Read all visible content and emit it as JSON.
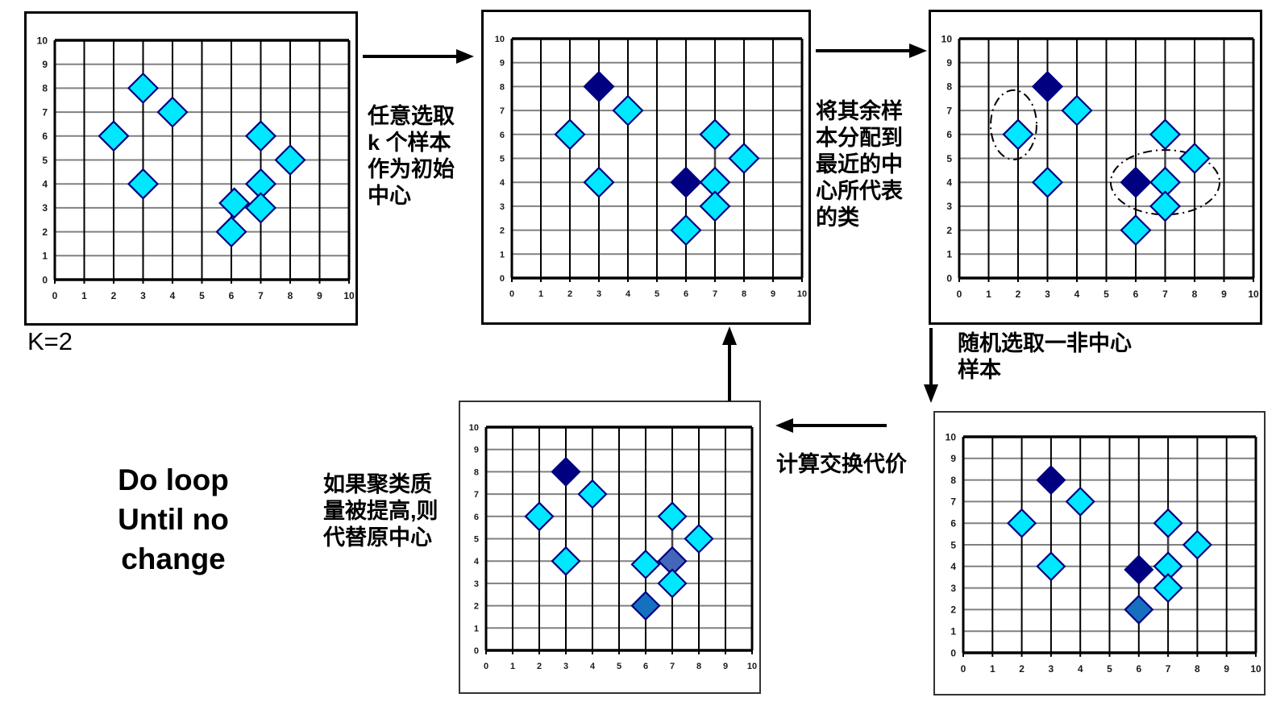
{
  "figure": {
    "title_absent": true,
    "background": "#ffffff",
    "marker_colors": {
      "normal": "#00e8ff",
      "center": "#000080",
      "selected": "#1570c0",
      "swapped": "#4466bb",
      "outline": "#000080"
    },
    "grid_colors": {
      "horizontal": "#808080",
      "vertical": "#000000",
      "axis": "#000000"
    }
  },
  "labels": {
    "k_value": "K=2",
    "do_loop": "Do loop\nUntil no\nchange",
    "step1": "任意选取\nk 个样本\n作为初始\n中心",
    "step2": "将其余样\n本分配到\n最近的中\n心所代表\n的类",
    "step3": "随机选取一非中心\n样本",
    "step4": "计算交换代价",
    "step5": "如果聚类质\n量被提高,则\n代替原中心"
  },
  "axis": {
    "xlabel": "",
    "ylabel": "",
    "xticks": [
      "0",
      "1",
      "2",
      "3",
      "4",
      "5",
      "6",
      "7",
      "8",
      "9",
      "10"
    ],
    "yticks": [
      "0",
      "1",
      "2",
      "3",
      "4",
      "5",
      "6",
      "7",
      "8",
      "9",
      "10"
    ],
    "xlim": [
      0,
      10
    ],
    "ylim": [
      0,
      10
    ]
  },
  "chart_data": [
    {
      "id": "panel-1-initial-samples",
      "type": "scatter",
      "title": "",
      "xlabel": "",
      "ylabel": "",
      "xlim": [
        0,
        10
      ],
      "ylim": [
        0,
        10
      ],
      "xticks": [
        0,
        1,
        2,
        3,
        4,
        5,
        6,
        7,
        8,
        9,
        10
      ],
      "yticks": [
        0,
        1,
        2,
        3,
        4,
        5,
        6,
        7,
        8,
        9,
        10
      ],
      "grid": true,
      "series": [
        {
          "name": "samples",
          "points": [
            {
              "x": 3,
              "y": 8,
              "style": "normal"
            },
            {
              "x": 4,
              "y": 7,
              "style": "normal"
            },
            {
              "x": 2,
              "y": 6,
              "style": "normal"
            },
            {
              "x": 7,
              "y": 6,
              "style": "normal"
            },
            {
              "x": 8,
              "y": 5,
              "style": "normal"
            },
            {
              "x": 3,
              "y": 4,
              "style": "normal"
            },
            {
              "x": 7,
              "y": 4,
              "style": "normal"
            },
            {
              "x": 6.1,
              "y": 3.2,
              "style": "normal"
            },
            {
              "x": 7,
              "y": 3,
              "style": "normal"
            },
            {
              "x": 6,
              "y": 2,
              "style": "normal"
            }
          ]
        }
      ],
      "connectors": [],
      "ellipses": []
    },
    {
      "id": "panel-2-pick-k-centers",
      "type": "scatter",
      "title": "",
      "xlabel": "",
      "ylabel": "",
      "xlim": [
        0,
        10
      ],
      "ylim": [
        0,
        10
      ],
      "xticks": [
        0,
        1,
        2,
        3,
        4,
        5,
        6,
        7,
        8,
        9,
        10
      ],
      "yticks": [
        0,
        1,
        2,
        3,
        4,
        5,
        6,
        7,
        8,
        9,
        10
      ],
      "grid": true,
      "series": [
        {
          "name": "samples",
          "points": [
            {
              "x": 3,
              "y": 8,
              "style": "center"
            },
            {
              "x": 4,
              "y": 7,
              "style": "normal"
            },
            {
              "x": 2,
              "y": 6,
              "style": "normal"
            },
            {
              "x": 7,
              "y": 6,
              "style": "normal"
            },
            {
              "x": 8,
              "y": 5,
              "style": "normal"
            },
            {
              "x": 3,
              "y": 4,
              "style": "normal"
            },
            {
              "x": 6,
              "y": 4,
              "style": "center"
            },
            {
              "x": 7,
              "y": 4,
              "style": "normal"
            },
            {
              "x": 7,
              "y": 3,
              "style": "normal"
            },
            {
              "x": 6,
              "y": 2,
              "style": "normal"
            }
          ]
        }
      ],
      "connectors": [
        {
          "x1": 7,
          "y1": 6,
          "x2": 7,
          "y2": 4
        }
      ],
      "ellipses": []
    },
    {
      "id": "panel-3-assign-to-nearest",
      "type": "scatter",
      "title": "",
      "xlabel": "",
      "ylabel": "",
      "xlim": [
        0,
        10
      ],
      "ylim": [
        0,
        10
      ],
      "xticks": [
        0,
        1,
        2,
        3,
        4,
        5,
        6,
        7,
        8,
        9,
        10
      ],
      "yticks": [
        0,
        1,
        2,
        3,
        4,
        5,
        6,
        7,
        8,
        9,
        10
      ],
      "grid": true,
      "series": [
        {
          "name": "samples",
          "points": [
            {
              "x": 3,
              "y": 8,
              "style": "center"
            },
            {
              "x": 4,
              "y": 7,
              "style": "normal"
            },
            {
              "x": 2,
              "y": 6,
              "style": "normal"
            },
            {
              "x": 7,
              "y": 6,
              "style": "normal"
            },
            {
              "x": 8,
              "y": 5,
              "style": "normal"
            },
            {
              "x": 3,
              "y": 4,
              "style": "normal"
            },
            {
              "x": 6,
              "y": 4,
              "style": "center"
            },
            {
              "x": 7,
              "y": 4,
              "style": "normal"
            },
            {
              "x": 7,
              "y": 3,
              "style": "normal"
            },
            {
              "x": 6,
              "y": 2,
              "style": "normal"
            }
          ]
        }
      ],
      "connectors": [
        {
          "x1": 7,
          "y1": 6,
          "x2": 7,
          "y2": 4
        }
      ],
      "ellipses": [
        {
          "cx": 1.85,
          "cy": 6.4,
          "rx": 0.78,
          "ry": 1.45,
          "rotate": 0
        },
        {
          "cx": 7.0,
          "cy": 4.0,
          "rx": 1.85,
          "ry": 1.35,
          "rotate": 0
        }
      ]
    },
    {
      "id": "panel-4-pick-random-noncenter",
      "type": "scatter",
      "title": "",
      "xlabel": "",
      "ylabel": "",
      "xlim": [
        0,
        10
      ],
      "ylim": [
        0,
        10
      ],
      "xticks": [
        0,
        1,
        2,
        3,
        4,
        5,
        6,
        7,
        8,
        9,
        10
      ],
      "yticks": [
        0,
        1,
        2,
        3,
        4,
        5,
        6,
        7,
        8,
        9,
        10
      ],
      "grid": true,
      "series": [
        {
          "name": "samples",
          "points": [
            {
              "x": 3,
              "y": 8,
              "style": "center"
            },
            {
              "x": 4,
              "y": 7,
              "style": "normal"
            },
            {
              "x": 2,
              "y": 6,
              "style": "normal"
            },
            {
              "x": 7,
              "y": 6,
              "style": "normal"
            },
            {
              "x": 8,
              "y": 5,
              "style": "normal"
            },
            {
              "x": 3,
              "y": 4,
              "style": "normal"
            },
            {
              "x": 6,
              "y": 3.85,
              "style": "center"
            },
            {
              "x": 7,
              "y": 4,
              "style": "normal"
            },
            {
              "x": 7,
              "y": 3,
              "style": "normal"
            },
            {
              "x": 6,
              "y": 2,
              "style": "selected"
            }
          ]
        }
      ],
      "connectors": [
        {
          "x1": 7,
          "y1": 6,
          "x2": 7,
          "y2": 4
        }
      ],
      "ellipses": []
    },
    {
      "id": "panel-5-swap-cost",
      "type": "scatter",
      "title": "",
      "xlabel": "",
      "ylabel": "",
      "xlim": [
        0,
        10
      ],
      "ylim": [
        0,
        10
      ],
      "xticks": [
        0,
        1,
        2,
        3,
        4,
        5,
        6,
        7,
        8,
        9,
        10
      ],
      "yticks": [
        0,
        1,
        2,
        3,
        4,
        5,
        6,
        7,
        8,
        9,
        10
      ],
      "grid": true,
      "series": [
        {
          "name": "samples",
          "points": [
            {
              "x": 3,
              "y": 8,
              "style": "center"
            },
            {
              "x": 4,
              "y": 7,
              "style": "normal"
            },
            {
              "x": 2,
              "y": 6,
              "style": "normal"
            },
            {
              "x": 7,
              "y": 6,
              "style": "normal"
            },
            {
              "x": 8,
              "y": 5,
              "style": "normal"
            },
            {
              "x": 3,
              "y": 4,
              "style": "normal"
            },
            {
              "x": 6,
              "y": 3.85,
              "style": "normal"
            },
            {
              "x": 7,
              "y": 4,
              "style": "swapped"
            },
            {
              "x": 7,
              "y": 3,
              "style": "normal"
            },
            {
              "x": 6,
              "y": 2,
              "style": "selected"
            }
          ]
        }
      ],
      "connectors": [
        {
          "x1": 7,
          "y1": 6,
          "x2": 7,
          "y2": 4
        }
      ],
      "ellipses": []
    }
  ],
  "arrows": [
    {
      "name": "arrow-step1",
      "direction": "right"
    },
    {
      "name": "arrow-step2",
      "direction": "right"
    },
    {
      "name": "arrow-step3",
      "direction": "down"
    },
    {
      "name": "arrow-step4",
      "direction": "left"
    },
    {
      "name": "arrow-step5",
      "direction": "up"
    }
  ]
}
